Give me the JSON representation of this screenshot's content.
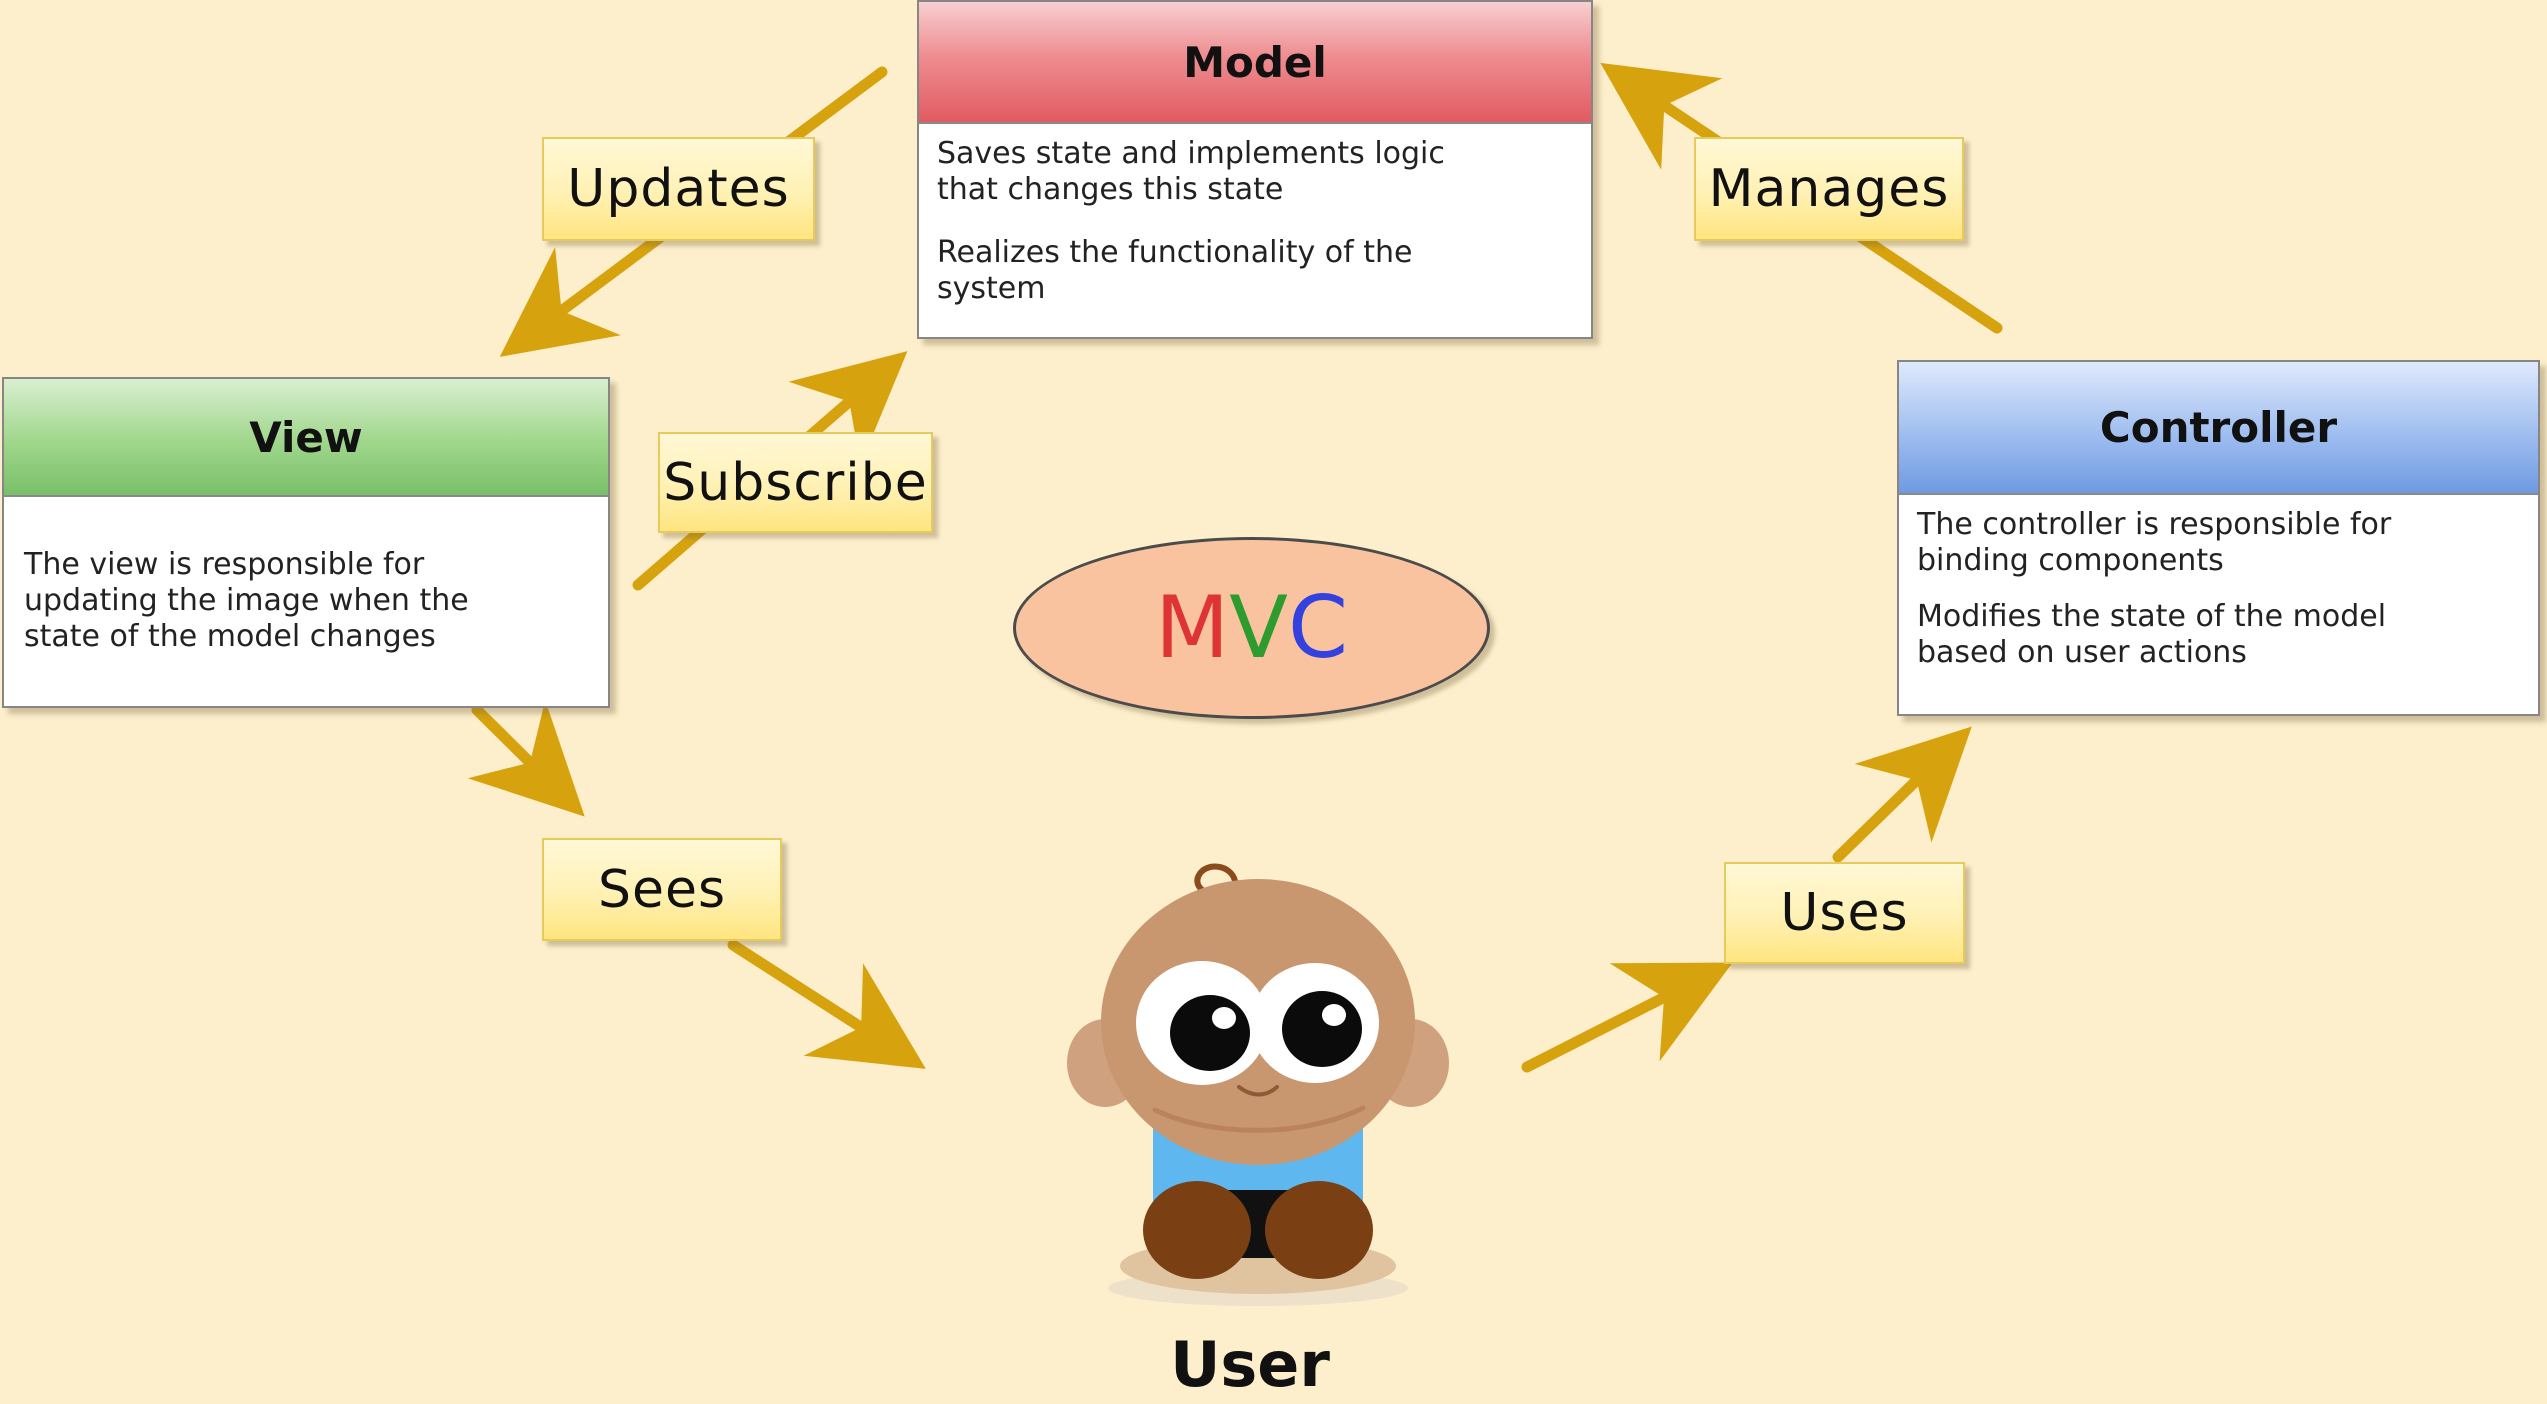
{
  "diagram": {
    "model": {
      "title": "Model",
      "line1": "Saves state and implements logic\nthat changes this state",
      "line2": "Realizes the functionality of the\nsystem"
    },
    "view": {
      "title": "View",
      "text": "The view is responsible for\nupdating the image when the\nstate of the model changes"
    },
    "controller": {
      "title": "Controller",
      "line1": "The controller is responsible for\nbinding components",
      "line2": "Modifies the state of the model\nbased on user actions"
    },
    "center": {
      "letters": [
        "M",
        "V",
        "C"
      ],
      "colors": [
        "#df3434",
        "#2e9b2f",
        "#3341df"
      ]
    },
    "labels": {
      "updates": "Updates",
      "subscribe": "Subscribe",
      "manages": "Manages",
      "sees": "Sees",
      "uses": "Uses"
    },
    "user": {
      "label": "User"
    },
    "icons": {
      "user": "user-icon"
    }
  }
}
